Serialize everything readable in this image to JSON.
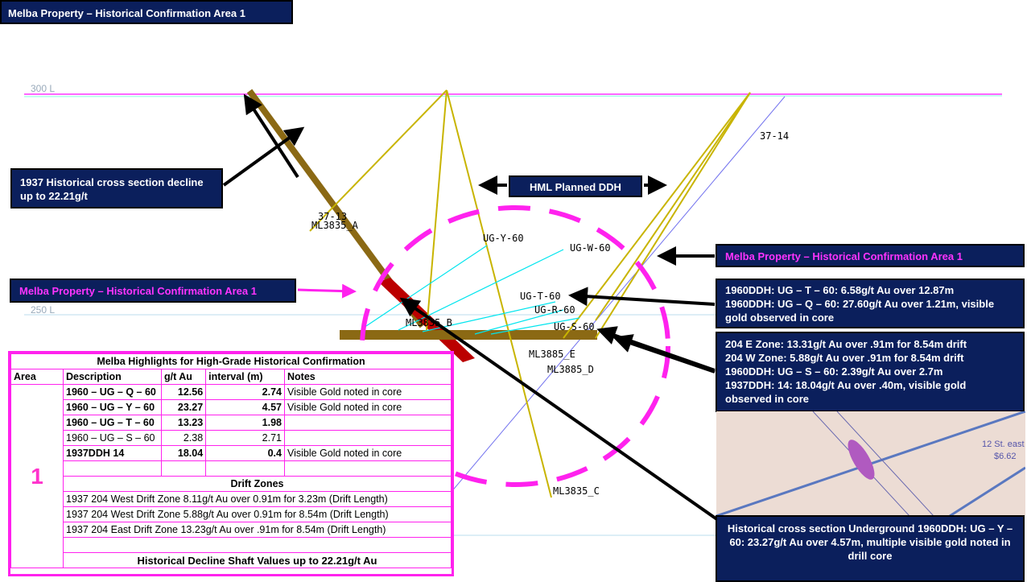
{
  "title": "Melba Property – Historical Confirmation Area 1",
  "levels": {
    "l300": "300 L",
    "l250": "250 L"
  },
  "callouts": {
    "decline": "1937 Historical cross section decline up to 22.21g/t",
    "planned": "HML Planned DDH",
    "area_right": "Melba Property – Historical Confirmation Area 1",
    "area_left": "Melba Property – Historical Confirmation Area 1",
    "box1": [
      "1960DDH: UG – T – 60: 6.58g/t Au over 12.87m",
      "1960DDH: UG – Q – 60: 27.60g/t Au over 1.21m, visible gold observed in core"
    ],
    "box2": [
      "204 E Zone: 13.31g/t Au over .91m for 8.54m drift",
      "204 W Zone: 5.88g/t Au over .91m for 8.54m drift",
      "1960DDH: UG – S – 60: 2.39g/t Au over 2.7m",
      "1937DDH: 14: 18.04g/t Au over .40m, visible gold observed in core"
    ],
    "box3": "Historical cross section Underground 1960DDH: UG – Y – 60: 23.27g/t Au over 4.57m, multiple visible gold noted in drill core"
  },
  "hole_labels": {
    "h3714": "37-14",
    "h3713": "37-13",
    "mlA": "ML3835_A",
    "mlB": "ML3835_B",
    "mlC": "ML3835_C",
    "mlE": "ML3885_E",
    "mlD": "ML3885_D",
    "ugY": "UG-Y-60",
    "ugW": "UG-W-60",
    "ugT": "UG-T-60",
    "ugR": "UG-R-60",
    "ugS": "UG-S-60"
  },
  "table": {
    "title": "Melba Highlights for High-Grade Historical Confirmation",
    "headers": [
      "Area",
      "Description",
      "g/t Au",
      "interval (m)",
      "Notes"
    ],
    "area": "1",
    "rows": [
      {
        "desc": "1960 – UG – Q – 60",
        "au": "12.56",
        "int": "2.74",
        "notes": "Visible Gold noted in core"
      },
      {
        "desc": "1960 – UG – Y – 60",
        "au": "23.27",
        "int": "4.57",
        "notes": "Visible Gold noted in core"
      },
      {
        "desc": "1960 – UG – T – 60",
        "au": "13.23",
        "int": "1.98",
        "notes": ""
      },
      {
        "desc": "1960 – UG – S – 60",
        "au": "2.38",
        "int": "2.71",
        "notes": ""
      },
      {
        "desc": "1937DDH 14",
        "au": "18.04",
        "int": "0.4",
        "notes": "Visible Gold noted in core"
      }
    ],
    "drift_title": "Drift Zones",
    "drift": [
      "1937 204 West Drift Zone 8.11g/t Au over 0.91m for 3.23m (Drift Length)",
      "1937 204 West Drift Zone 5.88g/t Au over 0.91m for 8.54m (Drift Length)",
      "1937 204 East Drift Zone 13.23g/t Au over .91m for 8.54m (Drift Length)"
    ],
    "footer": "Historical Decline Shaft Values up to 22.21g/t Au"
  },
  "photo_text": {
    "a": "12 St. east",
    "b": "$6.62"
  }
}
